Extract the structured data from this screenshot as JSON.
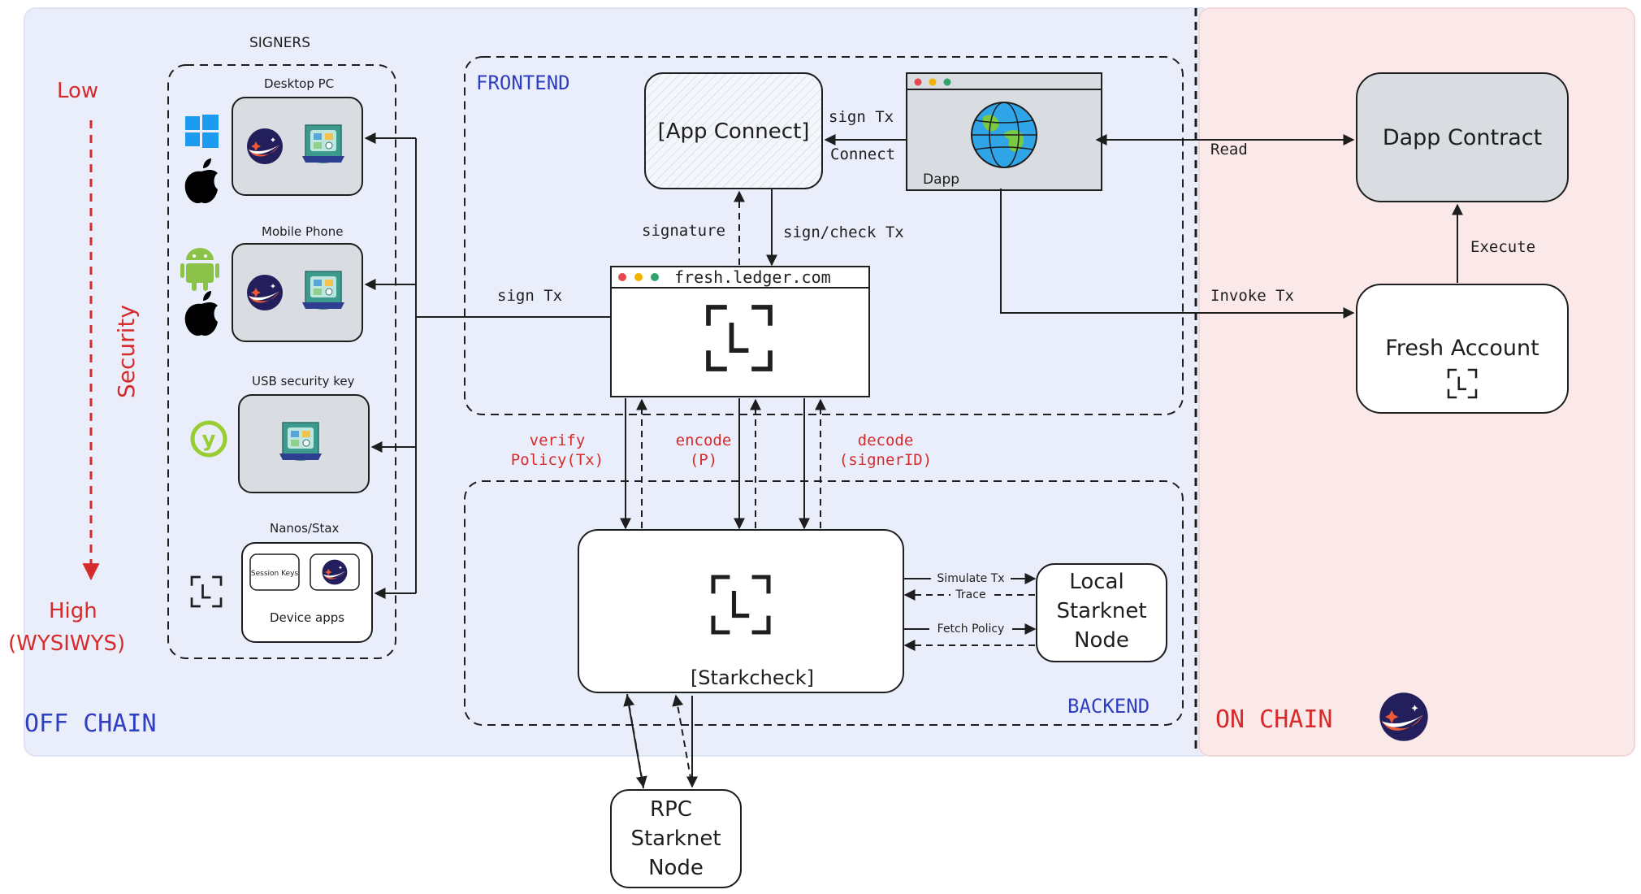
{
  "zones": {
    "off_chain": "OFF CHAIN",
    "on_chain": "ON CHAIN",
    "frontend": "FRONTEND",
    "backend": "BACKEND"
  },
  "security_scale": {
    "low": "Low",
    "axis": "Security",
    "high": "High",
    "high_sub": "(WYSIWYS)"
  },
  "signers": {
    "title": "SIGNERS",
    "groups": [
      {
        "label": "Desktop PC",
        "icons": [
          "windows-icon",
          "apple-icon"
        ]
      },
      {
        "label": "Mobile Phone",
        "icons": [
          "android-icon",
          "apple-icon"
        ]
      },
      {
        "label": "USB security key",
        "icons": [
          "yubikey-icon"
        ]
      },
      {
        "label": "Nanos/Stax",
        "icons": [
          "ledger-icon"
        ]
      }
    ],
    "nano_apps": {
      "session_keys": "Session Keys",
      "device_apps": "Device apps"
    }
  },
  "frontend": {
    "app_connect": "[App Connect]",
    "dapp_window_label": "Dapp",
    "ledger_window_title": "fresh.ledger.com"
  },
  "backend": {
    "starkcheck": "[Starkcheck]",
    "local_node": [
      "Local",
      "Starknet",
      "Node"
    ],
    "rpc_node": [
      "RPC",
      "Starknet",
      "Node"
    ]
  },
  "on_chain_boxes": {
    "dapp_contract": "Dapp Contract",
    "fresh_account": "Fresh Account"
  },
  "edge_labels": {
    "sign_tx_top": "sign Tx",
    "connect": "Connect",
    "signature": "signature",
    "sign_check_tx": "sign/check Tx",
    "sign_tx_left": "sign Tx",
    "read": "Read",
    "invoke_tx": "Invoke Tx",
    "execute": "Execute",
    "verify": [
      "verify",
      "Policy(Tx)"
    ],
    "encode": [
      "encode",
      "(P)"
    ],
    "decode": [
      "decode",
      "(signerID)"
    ],
    "simulate_tx": "Simulate Tx",
    "trace": "Trace",
    "fetch_policy": "Fetch Policy"
  },
  "colors": {
    "off_chain_bg": "#eaeefb",
    "on_chain_bg": "#fbe9ea",
    "blue_label": "#2f3fbf",
    "red_label": "#d62b2b",
    "gray_box": "#d9dce0",
    "starknet_navy": "#231f5c",
    "starknet_orange": "#ef5a36"
  }
}
